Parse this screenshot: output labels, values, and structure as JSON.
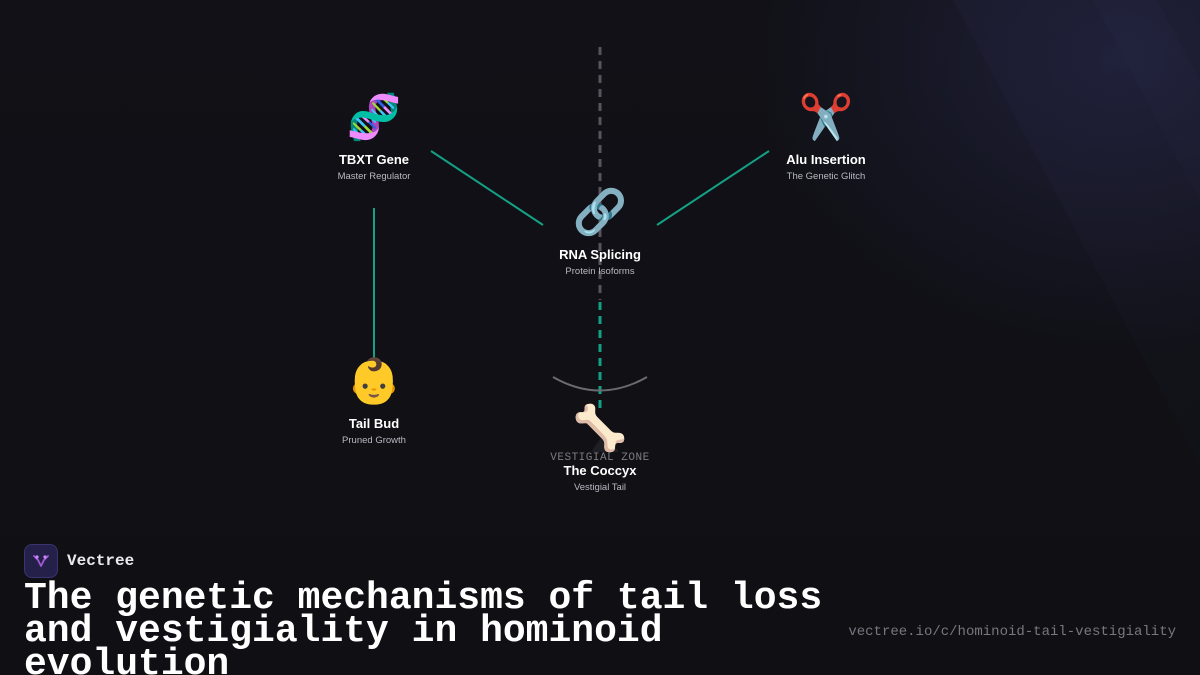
{
  "diagram": {
    "nodes": [
      {
        "id": "tbxt",
        "emoji": "🧬",
        "title": "TBXT Gene",
        "subtitle": "Master Regulator"
      },
      {
        "id": "alu",
        "emoji": "✂️",
        "title": "Alu Insertion",
        "subtitle": "The Genetic Glitch"
      },
      {
        "id": "rna",
        "emoji": "🔗",
        "title": "RNA Splicing",
        "subtitle": "Protein Isoforms"
      },
      {
        "id": "tailbud",
        "emoji": "👶",
        "title": "Tail Bud",
        "subtitle": "Pruned Growth"
      },
      {
        "id": "coccyx",
        "emoji": "🦴",
        "title": "The Coccyx",
        "subtitle": "Vestigial Tail"
      }
    ],
    "zone_label": "VESTIGIAL ZONE",
    "colors": {
      "connector": "#14a085",
      "dashed_axis": "#55555c",
      "arc": "#6a6a72"
    }
  },
  "footer": {
    "brand_name": "Vectree",
    "brand_icon": "vectree-logo-icon",
    "headline_line1": "The genetic mechanisms of tail loss",
    "headline_line2": "and vestigiality in hominoid evolution",
    "url": "vectree.io/c/hominoid-tail-vestigiality"
  }
}
